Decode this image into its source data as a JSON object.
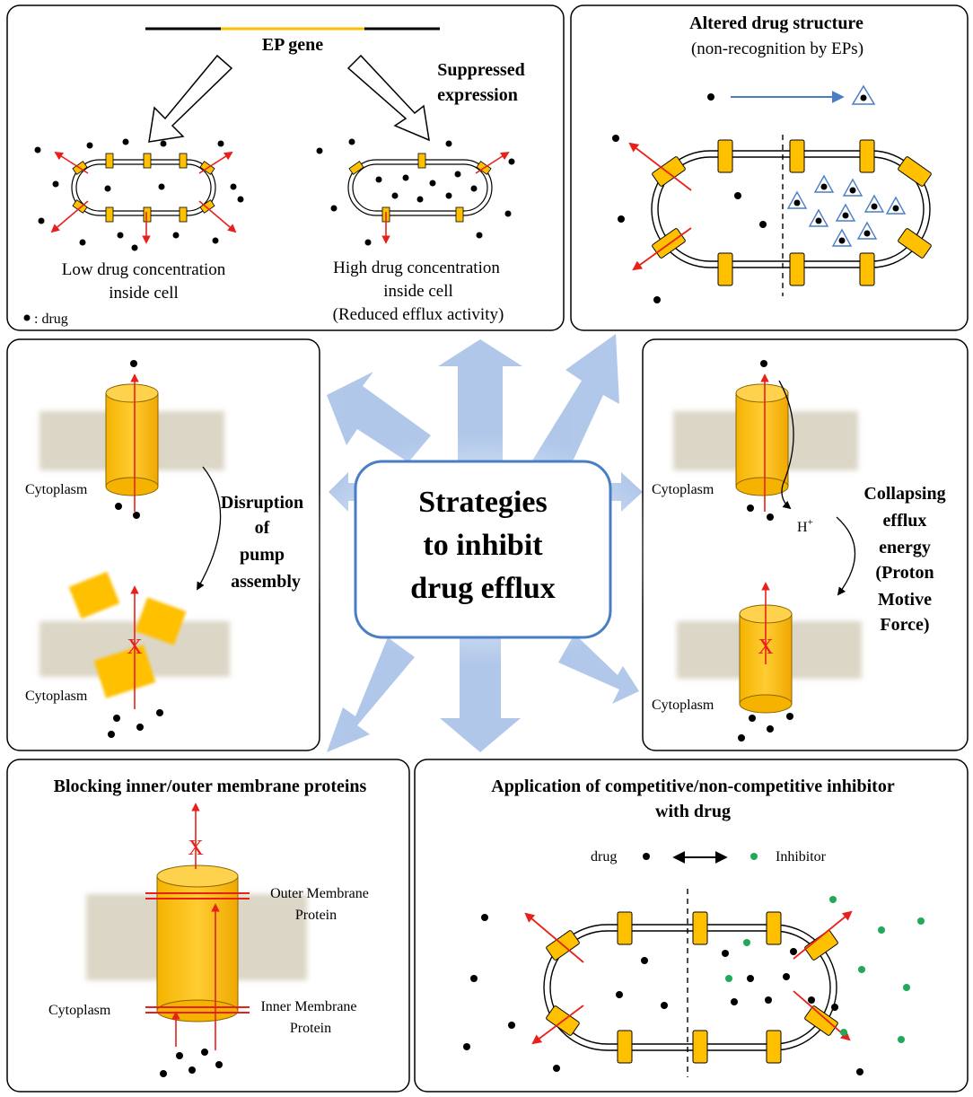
{
  "center": {
    "line1": "Strategies",
    "line2": "to inhibit",
    "line3": "drug efflux"
  },
  "panel_top_left": {
    "gene_label": "EP gene",
    "suppressed_line1": "Suppressed",
    "suppressed_line2": "expression",
    "left_caption_line1": "Low drug concentration",
    "left_caption_line2": "inside cell",
    "right_caption_line1": "High drug concentration",
    "right_caption_line2": "inside cell",
    "right_caption_line3": "(Reduced efflux activity)",
    "legend": ": drug"
  },
  "panel_top_right": {
    "title": "Altered drug structure",
    "subtitle": "(non-recognition by EPs)"
  },
  "panel_mid_left": {
    "cytoplasm_top": "Cytoplasm",
    "cytoplasm_bottom": "Cytoplasm",
    "label_line1": "Disruption",
    "label_line2": "of",
    "label_line3": "pump",
    "label_line4": "assembly",
    "x_mark": "X"
  },
  "panel_mid_right": {
    "cytoplasm_top": "Cytoplasm",
    "cytoplasm_bottom": "Cytoplasm",
    "proton": "H",
    "proton_sup": "+",
    "label_line1": "Collapsing",
    "label_line2": "efflux",
    "label_line3": "energy",
    "label_line4": "(Proton",
    "label_line5": "Motive",
    "label_line6": "Force)",
    "x_mark": "X"
  },
  "panel_bottom_left": {
    "title": "Blocking inner/outer membrane proteins",
    "outer_line1": "Outer Membrane",
    "outer_line2": "Protein",
    "inner_line1": "Inner Membrane",
    "inner_line2": "Protein",
    "cytoplasm": "Cytoplasm",
    "x_mark": "X"
  },
  "panel_bottom_right": {
    "title_line1": "Application of competitive/non-competitive inhibitor",
    "title_line2": "with drug",
    "drug_label": "drug",
    "inhibitor_label": "Inhibitor"
  },
  "colors": {
    "pump": "#FFC000",
    "pump_stroke": "#8B6500",
    "efflux_arrow": "#E8201A",
    "membrane_band": "#DCD6C6",
    "center_border": "#4A7EC4",
    "radial_arrow": "#A8C2E8",
    "inhibitor": "#22A85A",
    "structure_arrow": "#4A7EC4"
  }
}
